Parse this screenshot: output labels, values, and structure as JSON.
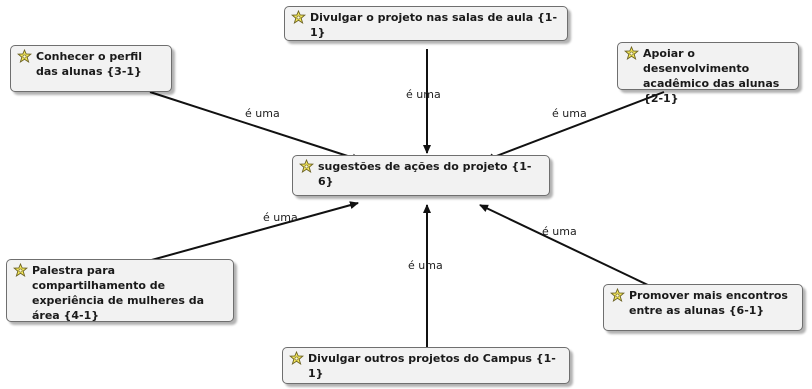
{
  "nodes": {
    "top": "Divulgar o projeto nas salas de aula {1-1}",
    "left": "Conhecer o perfil das alunas {3-1}",
    "right": "Apoiar o desenvolvimento acadêmico das alunas {2-1}",
    "center": "sugestões de ações do projeto {1-6}",
    "bottom_left": "Palestra para compartilhamento de experiência de mulheres da área {4-1}",
    "bottom_right": "Promover mais encontros entre as alunas {6-1}",
    "bottom": "Divulgar outros projetos do Campus {1-1}"
  },
  "edge_labels": {
    "left": "é uma",
    "top": "é uma",
    "right": "é uma",
    "bottom_left": "é uma",
    "bottom": "é uma",
    "bottom_right": "é uma"
  },
  "icon": "code-family-icon",
  "colors": {
    "node_bg": "#f2f2f2",
    "node_border": "#6f6f6f",
    "edge": "#111111",
    "icon_yellow": "#f2e65a"
  }
}
